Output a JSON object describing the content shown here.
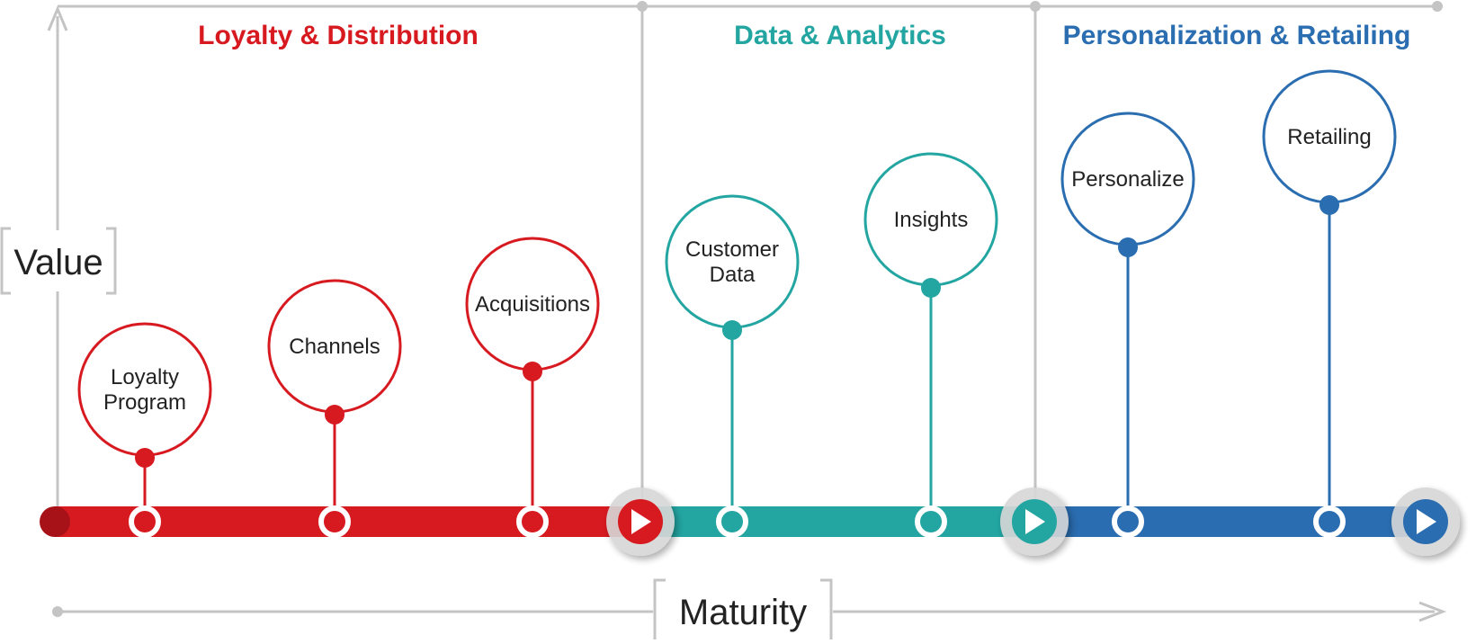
{
  "colors": {
    "red": "#d71920",
    "teal": "#23a5a1",
    "blue": "#2a6db0",
    "gray": "#c4c4c4",
    "start_dot": "#a71218"
  },
  "axis": {
    "y_label": "Value",
    "x_label": "Maturity"
  },
  "phases": [
    {
      "title": "Loyalty & Distribution",
      "color": "#d71920",
      "milestones": [
        {
          "label": "Loyalty Program"
        },
        {
          "label": "Channels"
        },
        {
          "label": "Acquisitions"
        }
      ]
    },
    {
      "title": "Data & Analytics",
      "color": "#23a5a1",
      "milestones": [
        {
          "label": "Customer Data"
        },
        {
          "label": "Insights"
        }
      ]
    },
    {
      "title": "Personalization & Retailing",
      "color": "#2a6db0",
      "milestones": [
        {
          "label": "Personalize"
        },
        {
          "label": "Retailing"
        }
      ]
    }
  ],
  "icons": {
    "phase_end": "play-arrow-icon"
  }
}
